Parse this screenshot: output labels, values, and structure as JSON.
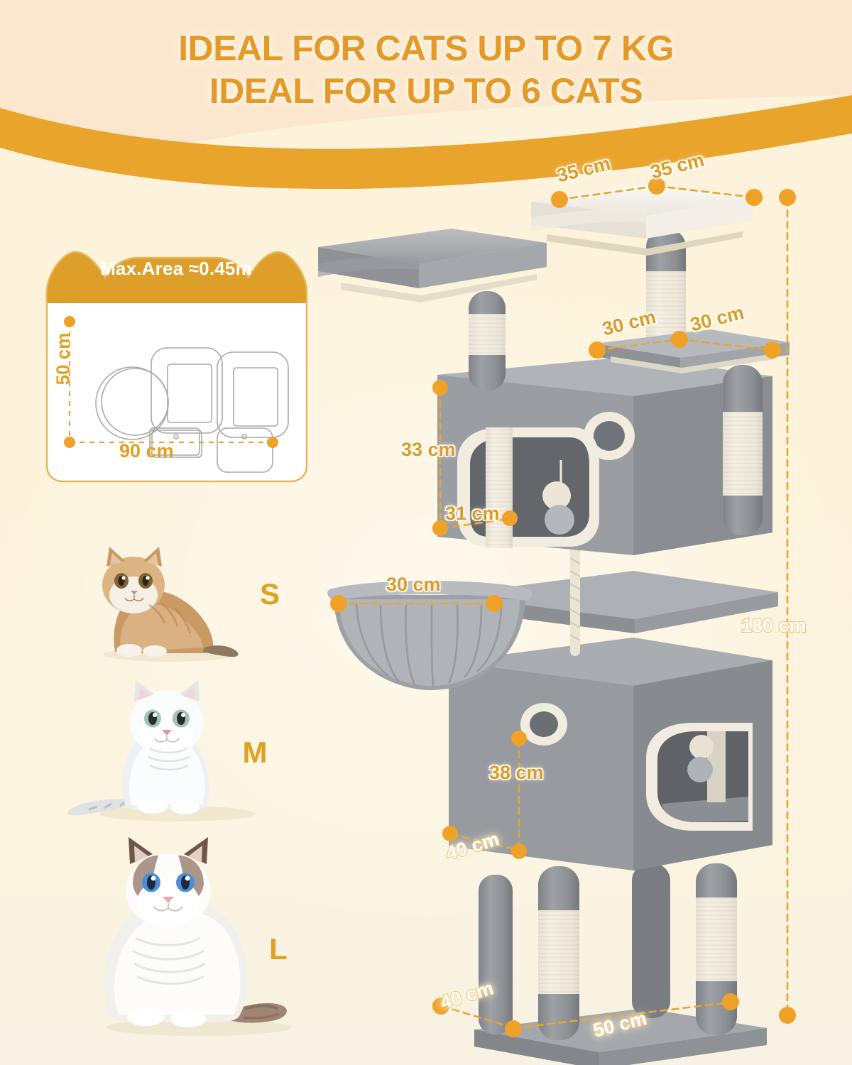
{
  "headline": {
    "line1": "IDEAL FOR CATS UP TO 7 KG",
    "line2": "IDEAL FOR UP TO 6 CATS"
  },
  "max_area_card": {
    "title": "Max.Area ≈0.45m",
    "width_label": "90 cm",
    "depth_label": "50 cm"
  },
  "cat_sizes": [
    {
      "letter": "S",
      "name": "small-cat"
    },
    {
      "letter": "M",
      "name": "medium-cat"
    },
    {
      "letter": "L",
      "name": "large-cat"
    }
  ],
  "dimensions": {
    "top_platform_left": "35 cm",
    "top_platform_right": "35 cm",
    "mid_platform_left": "30 cm",
    "mid_platform_right": "30 cm",
    "condo_upper_height": "33 cm",
    "condo_upper_depth": "31 cm",
    "basket_width": "30 cm",
    "condo_lower_height": "38 cm",
    "condo_lower_depth": "40 cm",
    "base_depth": "40 cm",
    "base_width": "50 cm",
    "total_height": "180 cm"
  },
  "colors": {
    "accent_orange": "#e49a29",
    "dot_orange": "#efa227",
    "bg_cream": "#fdf3dc",
    "bg_top": "#fbe7cd",
    "card_header": "#dd9f2a",
    "plush_gray": "#9b9fa2",
    "sisal_cream": "#f2ece0"
  }
}
